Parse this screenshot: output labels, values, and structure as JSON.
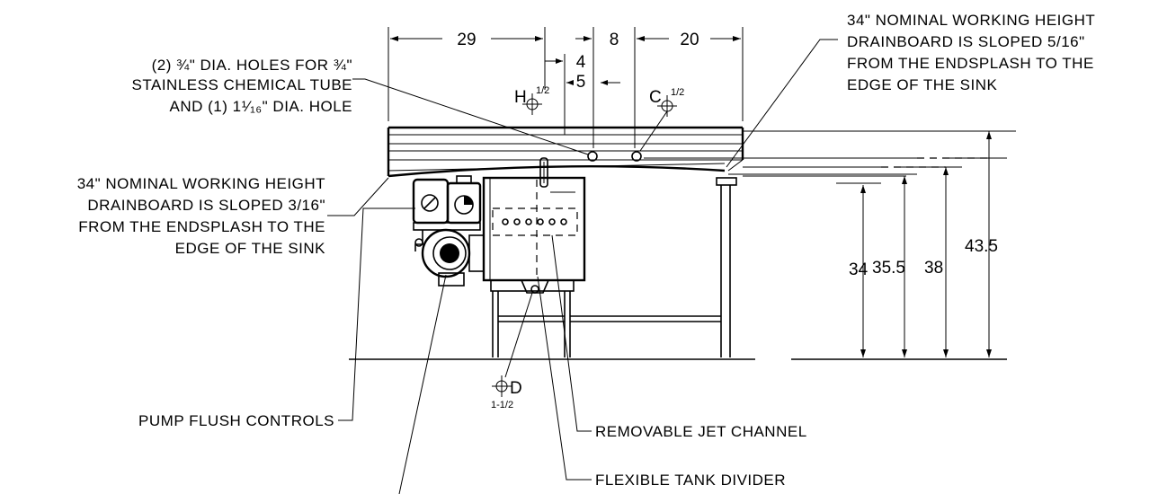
{
  "dimensions": {
    "d29": "29",
    "d8": "8",
    "d20": "20",
    "d4": "4",
    "d5": "5",
    "h34": "34",
    "h35_5": "35.5",
    "h38": "38",
    "h43_5": "43.5"
  },
  "callouts": {
    "holes_line1": "(2) ¾\" DIA. HOLES FOR ¾\"",
    "holes_line2": "STAINLESS CHEMICAL TUBE",
    "holes_line3": "AND (1) 1¹⁄₁₆\" DIA. HOLE",
    "right_line1": "34\" NOMINAL WORKING HEIGHT",
    "right_line2": "DRAINBOARD IS SLOPED 5/16\"",
    "right_line3": "FROM THE ENDSPLASH TO THE",
    "right_line4": "EDGE OF THE SINK",
    "left_line1": "34\" NOMINAL WORKING HEIGHT",
    "left_line2": "DRAINBOARD IS SLOPED 3/16\"",
    "left_line3": "FROM THE ENDSPLASH TO THE",
    "left_line4": "EDGE OF THE SINK",
    "pump_flush": "PUMP FLUSH CONTROLS",
    "jet_channel": "REMOVABLE JET CHANNEL",
    "tank_divider": "FLEXIBLE TANK DIVIDER"
  },
  "markers": {
    "hot_letter": "H",
    "hot_size": "1/2",
    "cold_letter": "C",
    "cold_size": "1/2",
    "drain_letter": "D",
    "drain_size": "1-1/2"
  }
}
